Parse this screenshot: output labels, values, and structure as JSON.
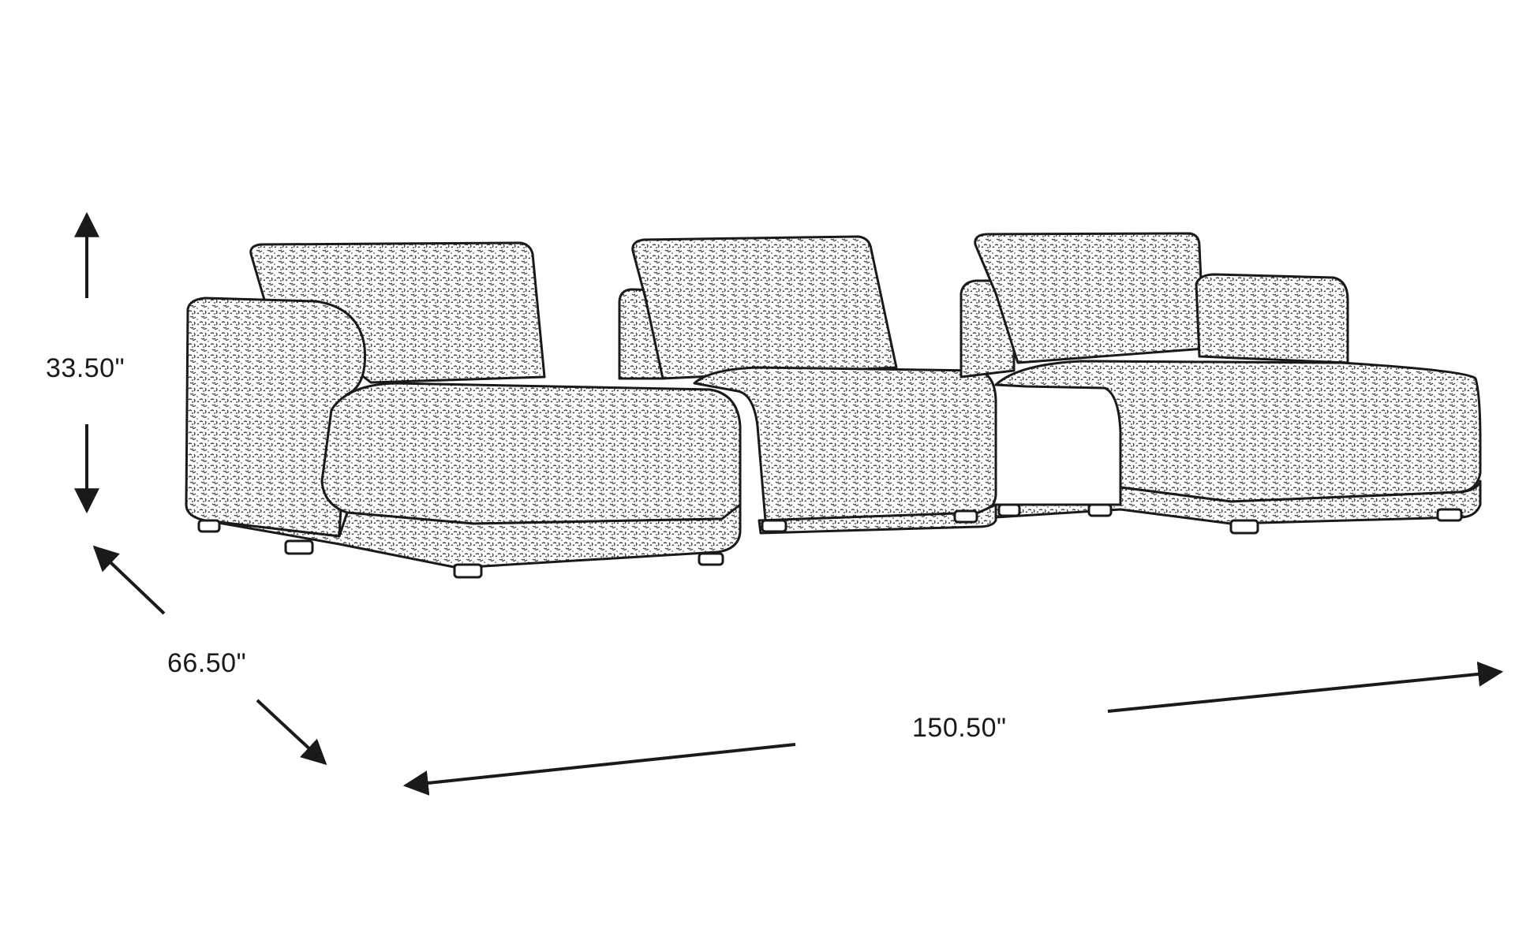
{
  "dimensions": {
    "height": "33.50\"",
    "depth": "66.50\"",
    "width": "150.50\""
  },
  "colors": {
    "line": "#1a1a1a",
    "background": "#ffffff",
    "fabric_speckle": "#2b2b2b"
  }
}
